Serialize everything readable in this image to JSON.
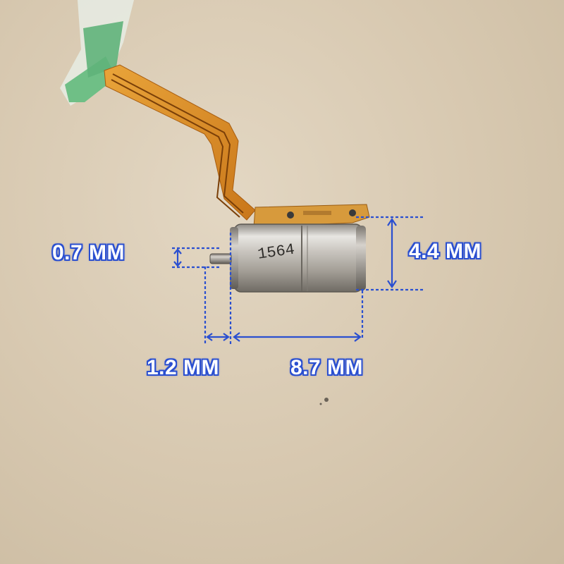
{
  "colors": {
    "annotation_blue": "#2a4fd0",
    "label_fill": "#ffffff",
    "background": "#d8c9b1",
    "motor_metal": "#b9b4ac",
    "flex_cable": "#d98a1e",
    "tape": "#6fbf86"
  },
  "dimensions": {
    "shaft_diameter": "0.7 MM",
    "body_diameter": "4.4 MM",
    "shaft_length": "1.2 MM",
    "body_length": "8.7 MM"
  },
  "motor": {
    "marking": "1564"
  }
}
